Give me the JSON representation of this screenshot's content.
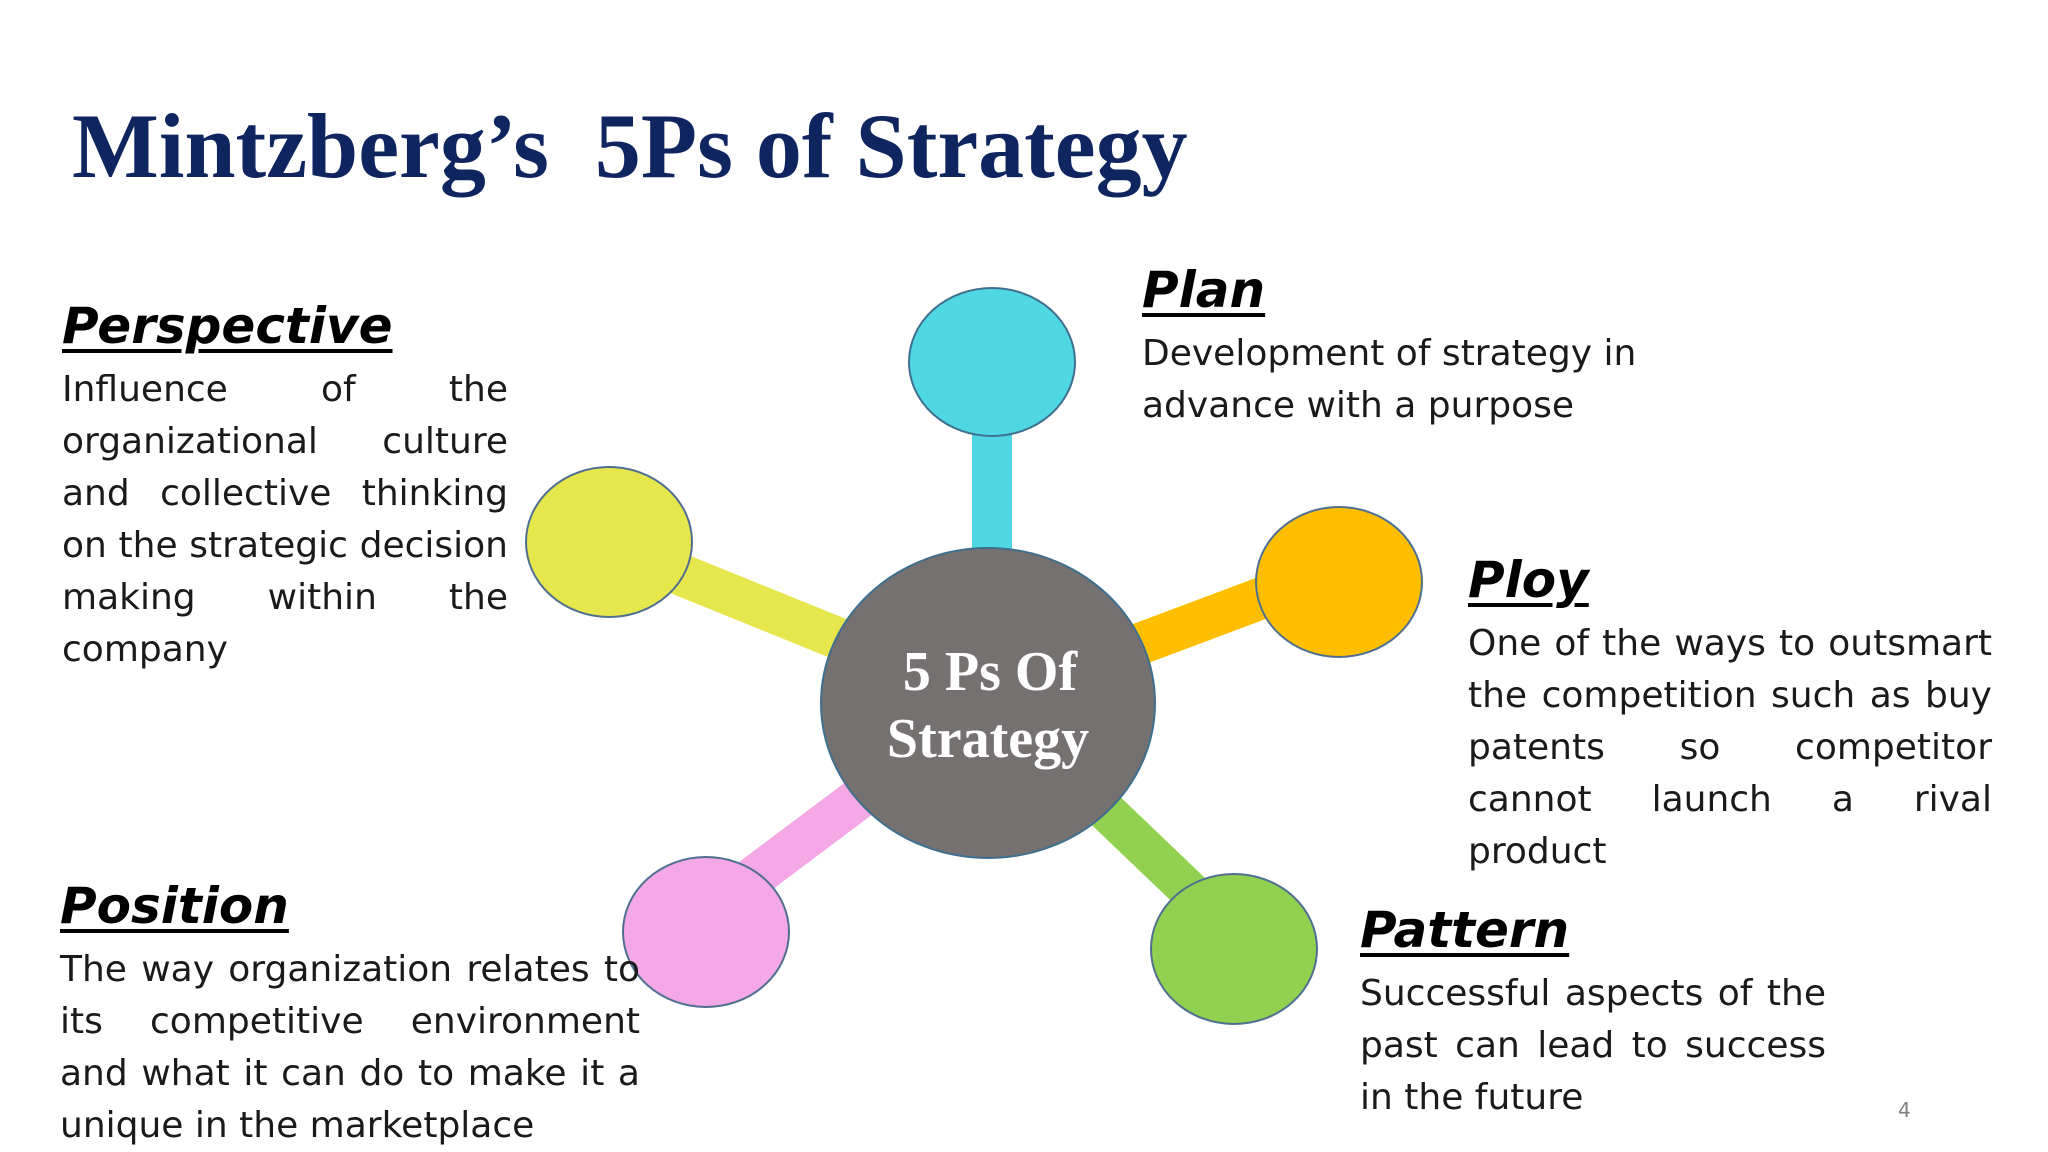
{
  "slide": {
    "title": "Mintzberg’s  5Ps of Strategy",
    "page_number": "4"
  },
  "diagram": {
    "center": {
      "line1": "5 Ps Of",
      "line2": "Strategy",
      "color": "#767171"
    },
    "nodes": [
      {
        "id": "plan",
        "color": "#4fd7e3"
      },
      {
        "id": "ploy",
        "color": "#ffbf00"
      },
      {
        "id": "pattern",
        "color": "#92d050"
      },
      {
        "id": "position",
        "color": "#f4a8e6"
      },
      {
        "id": "perspective",
        "color": "#e6e64d"
      }
    ]
  },
  "blocks": {
    "plan": {
      "heading": "Plan",
      "text": "Development of strategy in advance with a purpose"
    },
    "ploy": {
      "heading": "Ploy",
      "text": "One of the ways to outsmart the competition such as buy patents so competitor cannot launch a rival product"
    },
    "pattern": {
      "heading": "Pattern",
      "text": "Successful aspects of the past can lead to success in the future"
    },
    "position": {
      "heading": "Position",
      "text": "The way organization relates to its competitive environment and what it can do to make it a unique in the marketplace"
    },
    "perspective": {
      "heading": "Perspective",
      "text": "Influence of the organizational culture and collective thinking on the strategic decision making within the company"
    }
  }
}
